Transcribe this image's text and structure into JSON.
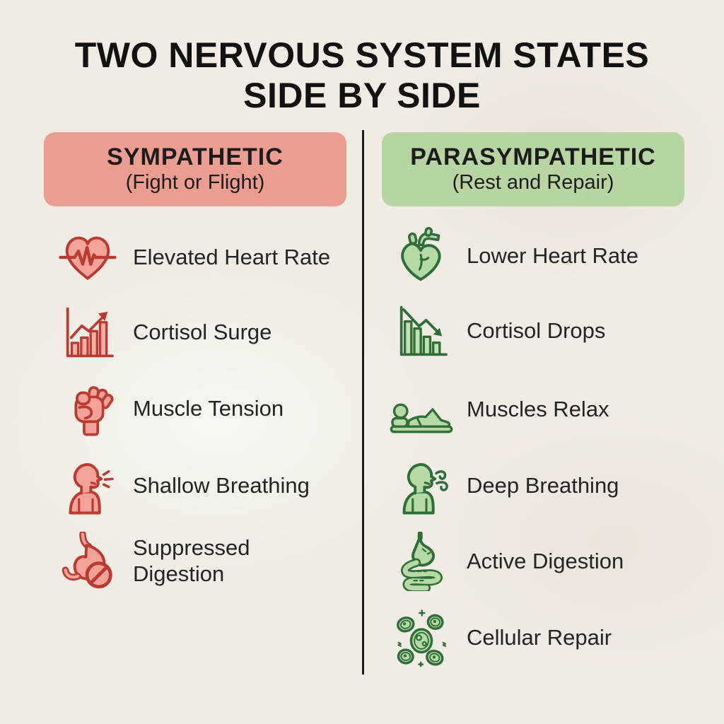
{
  "page": {
    "title_line1": "TWO NERVOUS SYSTEM STATES",
    "title_line2": "SIDE BY SIDE"
  },
  "colors": {
    "background": "#f0ebe3",
    "sympathetic_header_bg": "#eb9d91",
    "parasympathetic_header_bg": "#b7d5a2",
    "sympathetic_icon_stroke": "#b93b31",
    "sympathetic_icon_fill": "#f3a29a",
    "parasympathetic_icon_stroke": "#2f6e39",
    "parasympathetic_icon_fill": "#b6d9a6",
    "divider": "#1b1b1b",
    "text": "#1e1e1e"
  },
  "columns": {
    "sympathetic": {
      "title": "SYMPATHETIC",
      "subtitle": "(Fight or Flight)",
      "items": [
        {
          "icon": "heart-pulse-icon",
          "label": "Elevated Heart Rate"
        },
        {
          "icon": "cortisol-rise-chart-icon",
          "label": "Cortisol Surge"
        },
        {
          "icon": "fist-icon",
          "label": "Muscle Tension"
        },
        {
          "icon": "shallow-breathing-icon",
          "label": "Shallow Breathing"
        },
        {
          "icon": "suppressed-digestion-icon",
          "label": "Suppressed Digestion"
        }
      ]
    },
    "parasympathetic": {
      "title": "PARASYMPATHETIC",
      "subtitle": "(Rest and Repair)",
      "items": [
        {
          "icon": "heart-organ-icon",
          "label": "Lower Heart Rate"
        },
        {
          "icon": "cortisol-drop-chart-icon",
          "label": "Cortisol Drops"
        },
        {
          "icon": "lying-person-icon",
          "label": "Muscles Relax"
        },
        {
          "icon": "deep-breathing-icon",
          "label": "Deep Breathing"
        },
        {
          "icon": "active-digestion-icon",
          "label": "Active Digestion"
        },
        {
          "icon": "cells-icon",
          "label": "Cellular Repair"
        }
      ]
    }
  }
}
